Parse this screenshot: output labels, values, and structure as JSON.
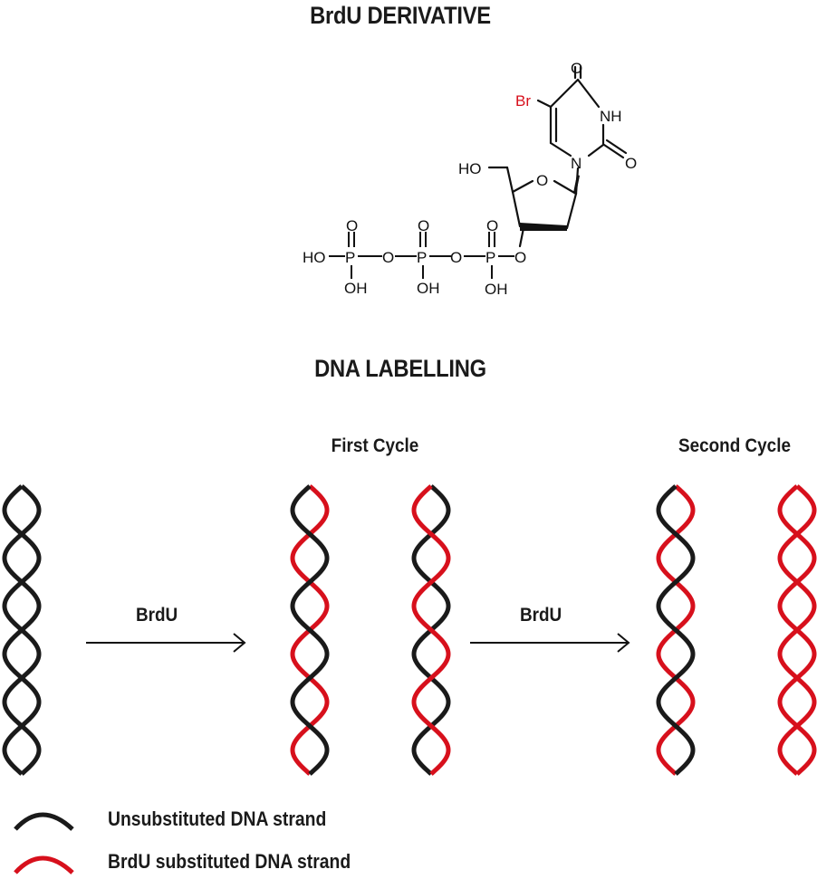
{
  "titles": {
    "molecule": "BrdU DERIVATIVE",
    "labelling": "DNA LABELLING"
  },
  "cycles": {
    "first": "First Cycle",
    "second": "Second Cycle"
  },
  "arrows": {
    "label_1": "BrdU",
    "label_2": "BrdU"
  },
  "molecule": {
    "oxygen": "O",
    "nitrogen": "N",
    "imine": "NH",
    "bromine": "Br",
    "hydroxymethyl": "HO",
    "phosphorus": "P",
    "hydroxyl": "OH",
    "terminal_hydroxyl": "HO"
  },
  "legend": {
    "unsubstituted": "Unsubstituted DNA strand",
    "substituted": "BrdU substituted DNA strand"
  },
  "colors": {
    "unsubstituted": "#1a1a1a",
    "substituted": "#d7101c"
  },
  "helices": [
    {
      "name": "parental",
      "strand_a": "unsubstituted",
      "strand_b": "unsubstituted"
    },
    {
      "name": "first-cycle-1",
      "strand_a": "substituted",
      "strand_b": "unsubstituted"
    },
    {
      "name": "first-cycle-2",
      "strand_a": "unsubstituted",
      "strand_b": "substituted"
    },
    {
      "name": "second-cycle-1",
      "strand_a": "substituted",
      "strand_b": "unsubstituted"
    },
    {
      "name": "second-cycle-2",
      "strand_a": "substituted",
      "strand_b": "substituted"
    }
  ]
}
